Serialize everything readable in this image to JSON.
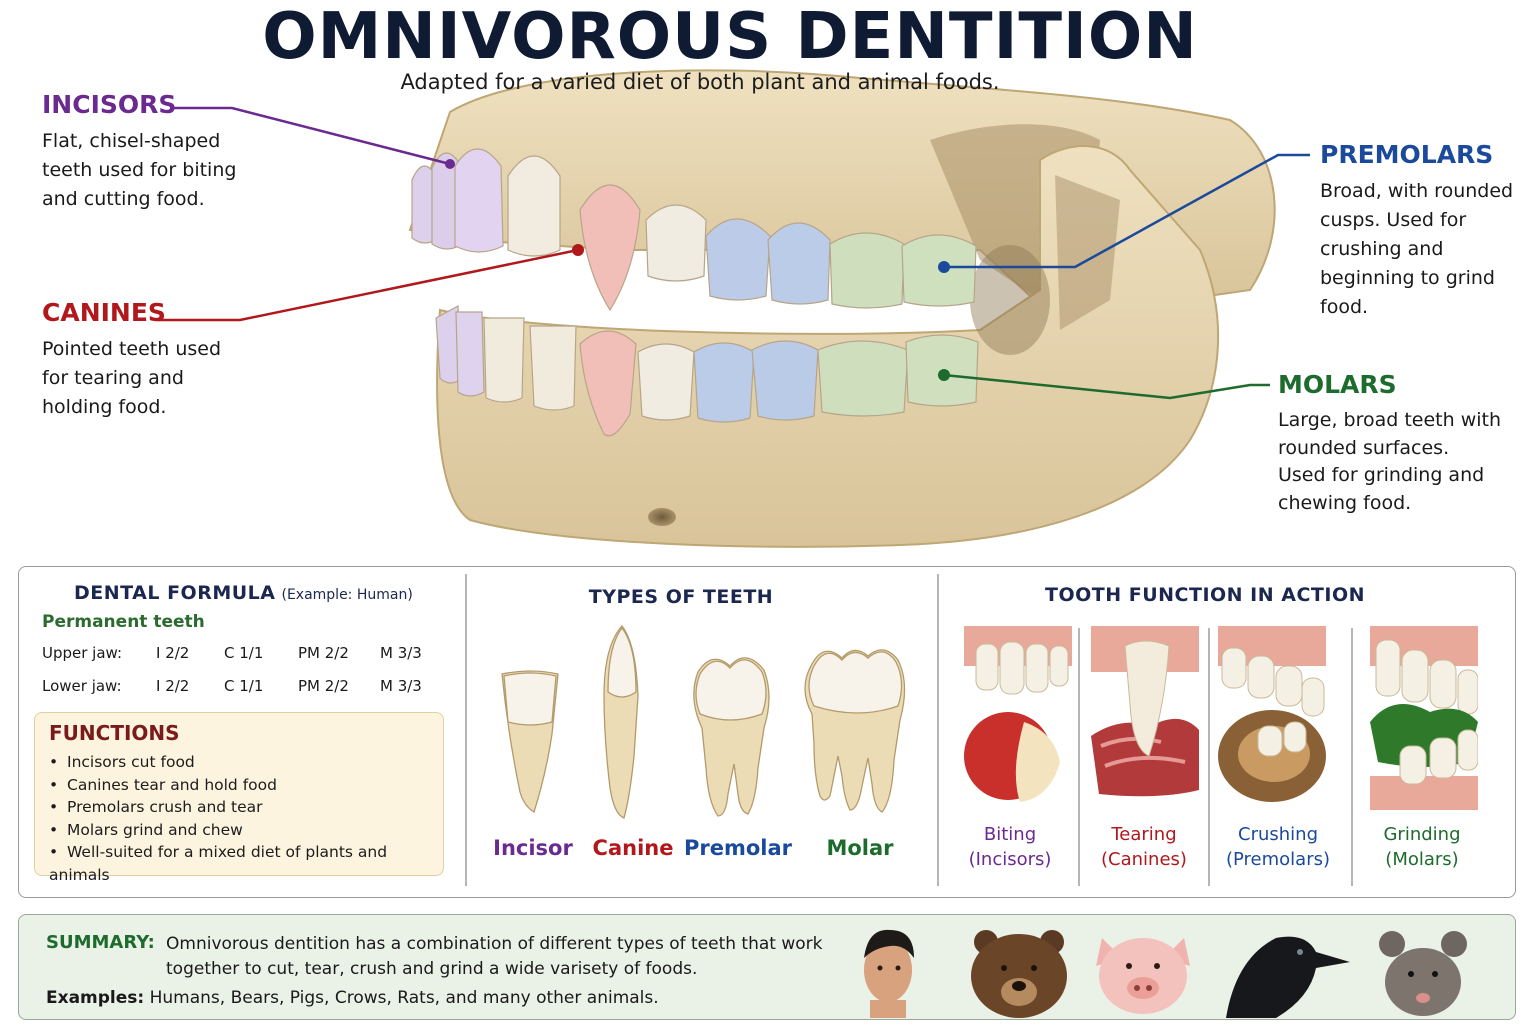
{
  "header": {
    "title": "OMNIVOROUS DENTITION",
    "subtitle": "Adapted for a varied diet of both plant and animal foods."
  },
  "callouts": {
    "incisors": {
      "title": "INCISORS",
      "text": "Flat, chisel-shaped teeth used for biting and cutting food.",
      "color": "#6a2a8f"
    },
    "canines": {
      "title": "CANINES",
      "text": "Pointed teeth used for tearing and holding food.",
      "color": "#b0181c"
    },
    "premolars": {
      "title": "PREMOLARS",
      "text": "Broad, with rounded cusps. Used for crushing and beginning to grind food.",
      "color": "#1b4a9c"
    },
    "molars": {
      "title": "MOLARS",
      "text1": "Large, broad teeth with rounded surfaces.",
      "text2": "Used for grinding and chewing food.",
      "color": "#1d6b2d"
    }
  },
  "dental_formula": {
    "title": "DENTAL FORMULA",
    "example": "(Example: Human)",
    "subtitle": "Permanent teeth",
    "rows": [
      {
        "label": "Upper jaw:",
        "i": "I 2/2",
        "c": "C 1/1",
        "pm": "PM 2/2",
        "m": "M 3/3"
      },
      {
        "label": "Lower jaw:",
        "i": "I 2/2",
        "c": "C 1/1",
        "pm": "PM 2/2",
        "m": "M 3/3"
      }
    ]
  },
  "functions": {
    "title": "FUNCTIONS",
    "items": [
      "Incisors cut food",
      "Canines tear and hold food",
      "Premolars crush and tear",
      "Molars grind and chew",
      "Well-suited for a mixed diet of plants and animals"
    ]
  },
  "types_of_teeth": {
    "title": "TYPES OF TEETH",
    "labels": [
      "Incisor",
      "Canine",
      "Premolar",
      "Molar"
    ]
  },
  "tooth_function": {
    "title": "TOOTH FUNCTION IN ACTION",
    "items": [
      {
        "line1": "Biting",
        "line2": "(Incisors)",
        "color": "#6a2a8f"
      },
      {
        "line1": "Tearing",
        "line2": "(Canines)",
        "color": "#b0181c"
      },
      {
        "line1": "Crushing",
        "line2": "(Premolars)",
        "color": "#1b4a9c"
      },
      {
        "line1": "Grinding",
        "line2": "(Molars)",
        "color": "#1d6b2d"
      }
    ]
  },
  "summary": {
    "label": "SUMMARY:",
    "text": "Omnivorous dentition has a combination of different types of teeth that work together to cut, tear, crush and grind a wide varisety of foods.",
    "examples_label": "Examples:",
    "examples": "Humans, Bears, Pigs, Crows, Rats, and many other animals."
  }
}
